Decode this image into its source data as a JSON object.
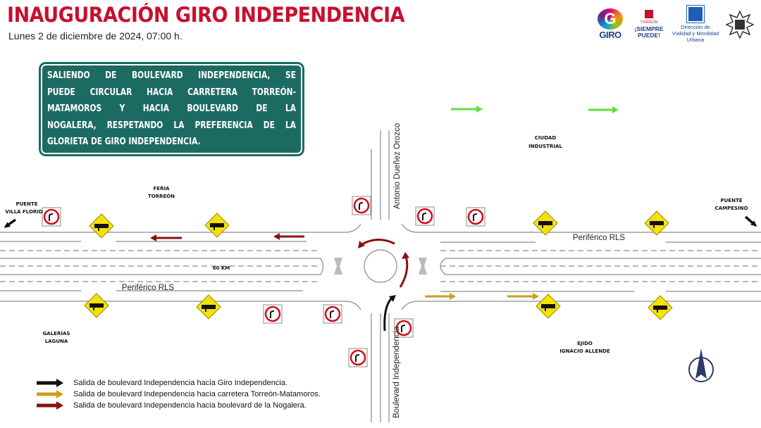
{
  "header": {
    "title": "INAUGURACIÓN GIRO INDEPENDENCIA",
    "date": "Lunes 2 de diciembre de 2024, 07:00 h."
  },
  "logos": {
    "giro": "GIRO",
    "torreon_top": "TORREÓN",
    "torreon_main": "¡SIEMPRE PUEDE!",
    "direccion": "Dirección de Vialidad y Movilidad Urbana"
  },
  "notice": {
    "lines": [
      "SALIENDO DE BOULEVARD INDEPENDENCIA, SE",
      "PUEDE CIRCULAR HACIA CARRETERA TORREÓN-",
      "MATAMOROS Y HACIA BOULEVARD DE LA",
      "NOGALERA, RESPETANDO LA PREFERENCIA DE LA",
      "GLORIETA DE GIRO INDEPENDENCIA."
    ]
  },
  "map": {
    "places": {
      "puente_villa_florido": [
        "PUENTE",
        "VILLA FLORID"
      ],
      "feria_torreon": [
        "FERIA",
        "TORREÓN"
      ],
      "galerias_laguna": [
        "GALERÍAS",
        "LAGUNA"
      ],
      "ciudad_industrial": [
        "CIUDAD",
        "INDUSTRIAL"
      ],
      "puente_campesino": [
        "PUENTE",
        "CAMPESINO"
      ],
      "ejido_ignacio_allende": [
        "EJIDO",
        "IGNACIO ALLENDE"
      ]
    },
    "roads": {
      "periferico_east": "Periférico RLS",
      "periferico_west": "Periférico RLS",
      "speed": "60 KM",
      "antonio": "Antonio Dueñez Orozco",
      "boulevard": "Boulevard Independencia"
    },
    "colors": {
      "green": "#5ee23a",
      "red": "#8b1010",
      "gold": "#c9a020",
      "black": "#111111",
      "sign_yellow": "#f4e10a",
      "sign_red": "#d0101a"
    }
  },
  "legend": [
    {
      "color": "#111111",
      "label": "Salida de boulevard Independencia hacia Giro Independencia."
    },
    {
      "color": "#c9a020",
      "label": "Salida de boulevard Independencia hacia carretera Torreón-Matamoros."
    },
    {
      "color": "#8b1010",
      "label": "Salida de boulevard Independencia hacia boulevard de la Nogalera."
    }
  ]
}
